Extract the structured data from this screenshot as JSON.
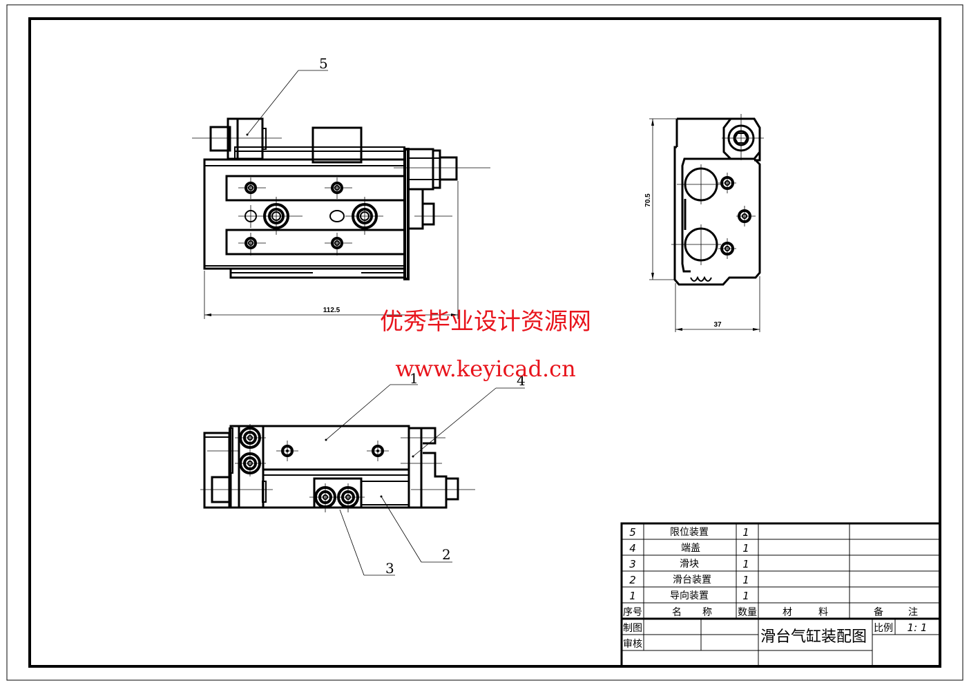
{
  "drawing": {
    "title": "滑台气缸装配图",
    "scale_label": "比例",
    "scale_value": "1: 1",
    "drawn_by_label": "制图",
    "checked_by_label": "审核"
  },
  "dimensions": {
    "length": "112.5",
    "height": "70.5",
    "width": "37"
  },
  "balloons": [
    "1",
    "2",
    "3",
    "4",
    "5"
  ],
  "bom": {
    "headers": {
      "no": "序号",
      "name_a": "名",
      "name_b": "称",
      "qty": "数量",
      "material_a": "材",
      "material_b": "料",
      "remark_a": "备",
      "remark_b": "注"
    },
    "rows": [
      {
        "no": "5",
        "name": "限位装置",
        "qty": "1",
        "material": "",
        "remark": ""
      },
      {
        "no": "4",
        "name": "端盖",
        "qty": "1",
        "material": "",
        "remark": ""
      },
      {
        "no": "3",
        "name": "滑块",
        "qty": "1",
        "material": "",
        "remark": ""
      },
      {
        "no": "2",
        "name": "滑台装置",
        "qty": "1",
        "material": "",
        "remark": ""
      },
      {
        "no": "1",
        "name": "导向装置",
        "qty": "1",
        "material": "",
        "remark": ""
      }
    ]
  },
  "watermark": {
    "line1": "优秀毕业设计资源网",
    "line2": "www.keyicad.cn",
    "color": "#e8141c"
  }
}
